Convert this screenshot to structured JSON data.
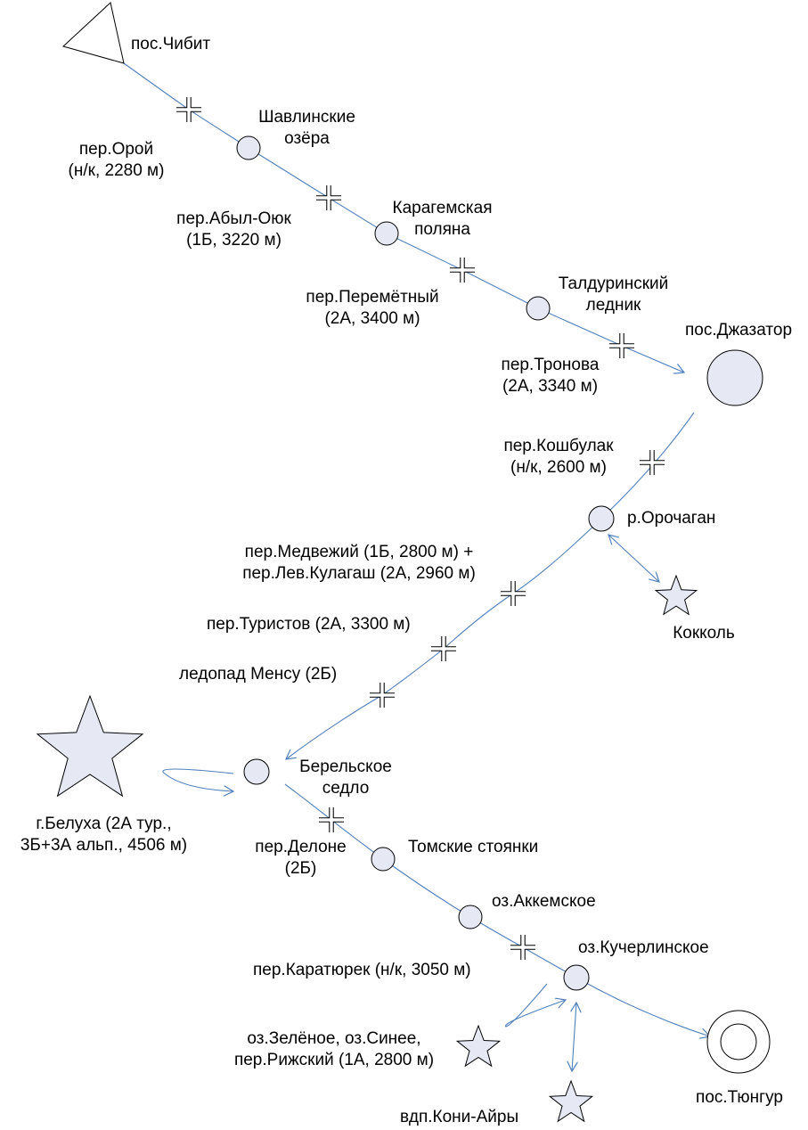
{
  "start": {
    "label": "пос.Чибит"
  },
  "places": [
    {
      "id": "shavlinskie",
      "lines": [
        "Шавлинские",
        "озёра"
      ]
    },
    {
      "id": "karagemskaya",
      "lines": [
        "Карагемская",
        "поляна"
      ]
    },
    {
      "id": "taldurinsky",
      "lines": [
        "Талдуринский",
        "ледник"
      ]
    },
    {
      "id": "dzhazator",
      "lines": [
        "пос.Джазатор"
      ]
    },
    {
      "id": "orochagan",
      "lines": [
        "р.Орочаган"
      ]
    },
    {
      "id": "berelskoe",
      "lines": [
        "Берельское",
        "седло"
      ]
    },
    {
      "id": "tomskie",
      "lines": [
        "Томские стоянки"
      ]
    },
    {
      "id": "akkemskoe",
      "lines": [
        "оз.Аккемское"
      ]
    },
    {
      "id": "kuchelrinskoe",
      "lines": [
        "оз.Кучерлинское"
      ]
    },
    {
      "id": "tyungur",
      "lines": [
        "пос.Тюнгур"
      ]
    }
  ],
  "passes": [
    {
      "id": "oroy",
      "lines": [
        "пер.Орой",
        "(н/к, 2280 м)"
      ]
    },
    {
      "id": "abyl-oyuk",
      "lines": [
        "пер.Абыл-Оюк",
        "(1Б, 3220 м)"
      ]
    },
    {
      "id": "peremyotny",
      "lines": [
        "пер.Перемётный",
        "(2А, 3400 м)"
      ]
    },
    {
      "id": "tronova",
      "lines": [
        "пер.Тронова",
        "(2А, 3340 м)"
      ]
    },
    {
      "id": "koshbulak",
      "lines": [
        "пер.Кошбулак",
        "(н/к, 2600 м)"
      ]
    },
    {
      "id": "medvezhy",
      "lines": [
        "пер.Медвежий (1Б, 2800 м) +",
        "пер.Лев.Кулагаш (2А, 2960 м)"
      ]
    },
    {
      "id": "turistov",
      "lines": [
        "пер.Туристов (2А, 3300 м)"
      ]
    },
    {
      "id": "mensu",
      "lines": [
        "ледопад Менсу (2Б)"
      ]
    },
    {
      "id": "delone",
      "lines": [
        "пер.Делоне",
        "(2Б)"
      ]
    },
    {
      "id": "karatyurek",
      "lines": [
        "пер.Каратюрек (н/к, 3050 м)"
      ]
    }
  ],
  "radials": [
    {
      "id": "kokkol",
      "lines": [
        "Кокколь"
      ]
    },
    {
      "id": "belukha",
      "lines": [
        "г.Белуха (2А тур.,",
        "3Б+3А альп., 4506 м)"
      ]
    },
    {
      "id": "zelyonoe",
      "lines": [
        "оз.Зелёное, оз.Синее,",
        "пер.Рижский (1А, 2800 м)"
      ]
    },
    {
      "id": "koni-airy",
      "lines": [
        "вдп.Кони-Айры"
      ]
    }
  ],
  "colors": {
    "route": "#4f81bd",
    "node_fill": "#e6e9f4",
    "outline": "#000000"
  }
}
